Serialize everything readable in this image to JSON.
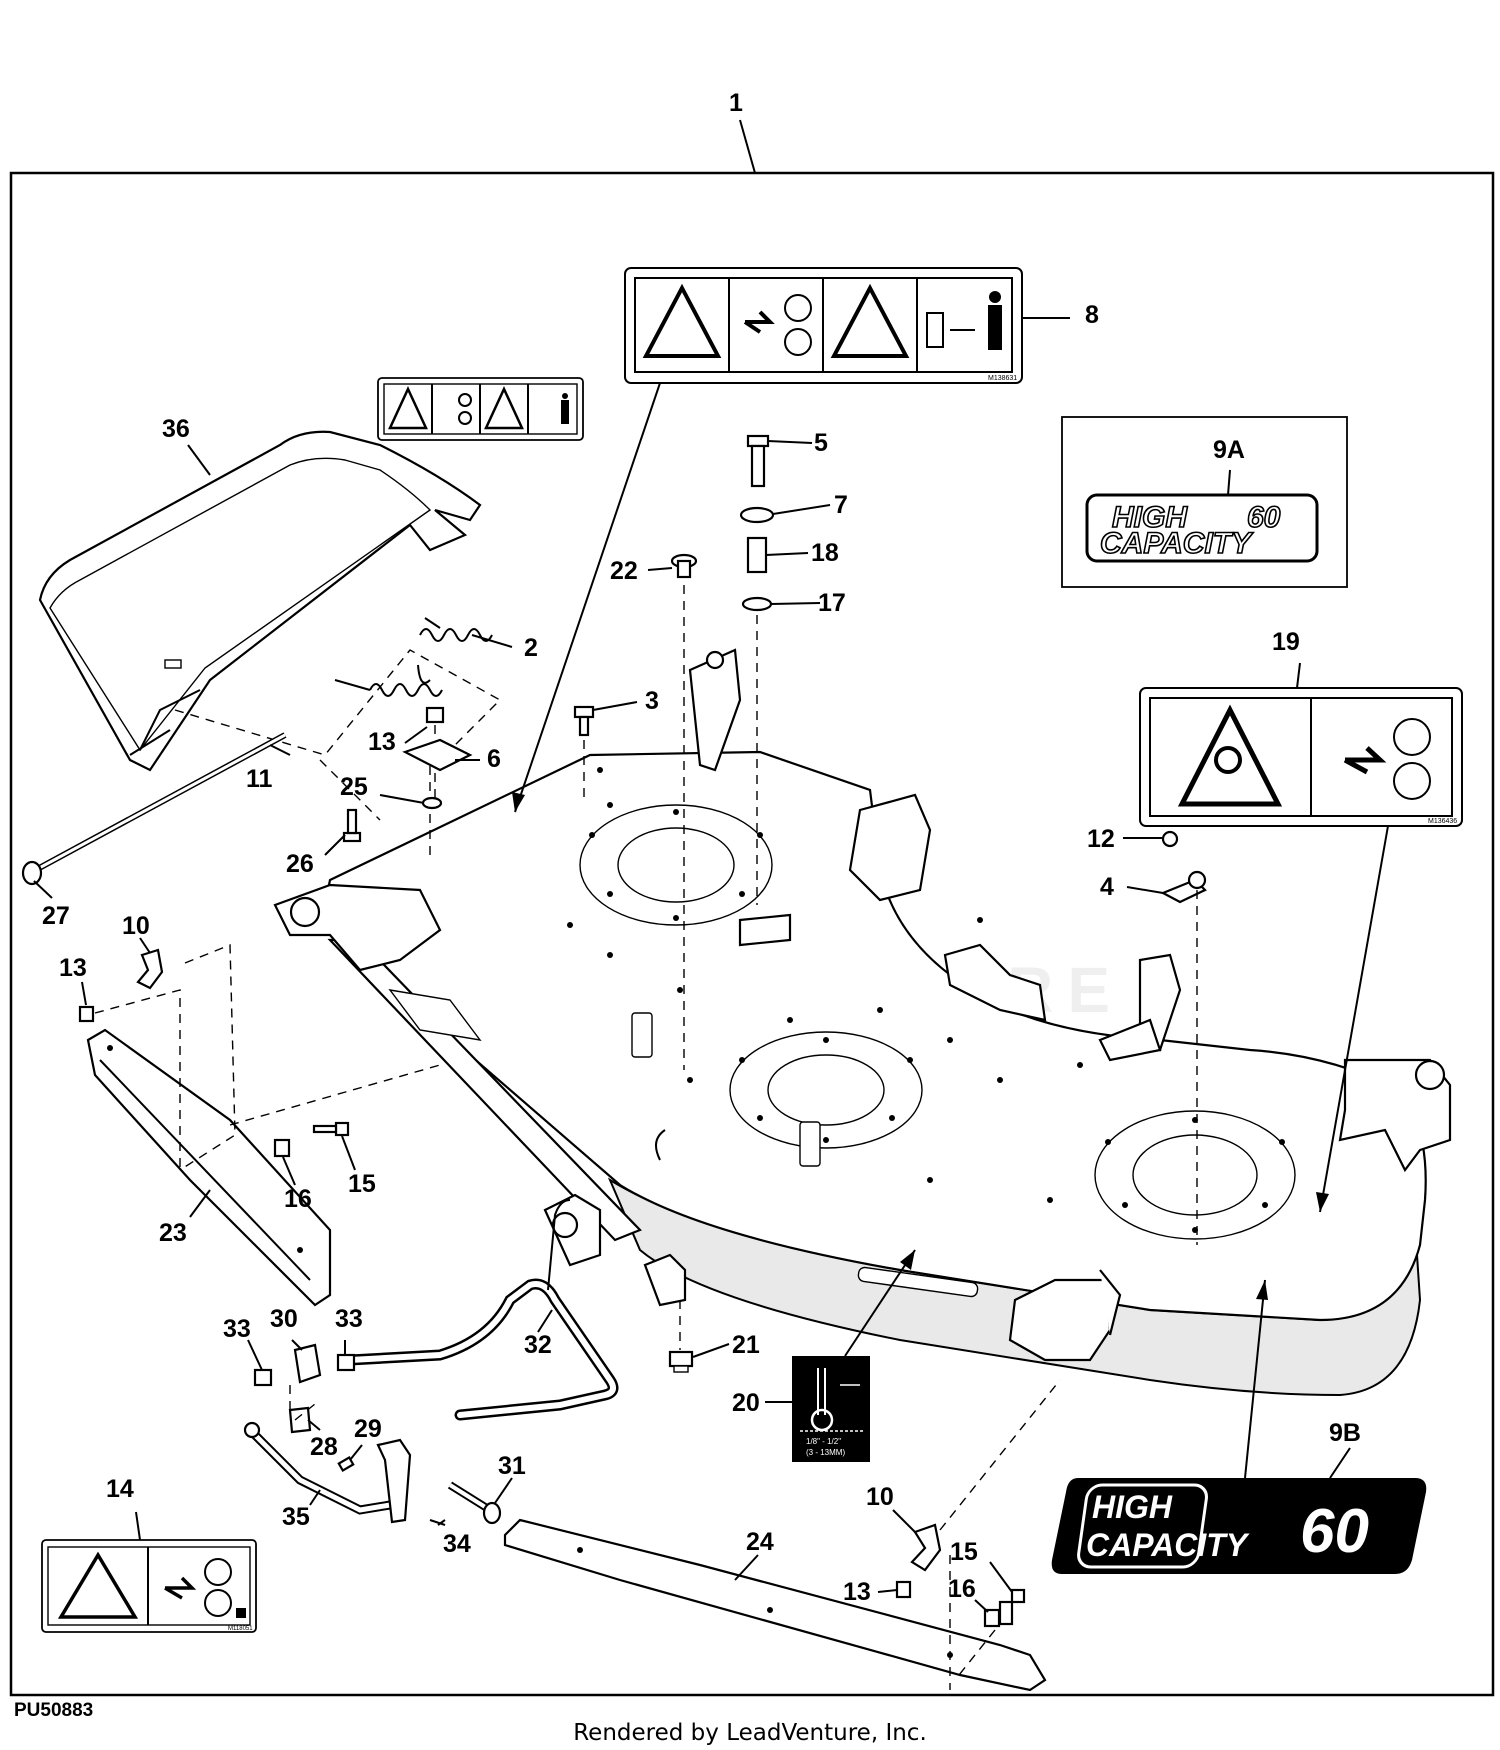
{
  "diagram_code": "PU50883",
  "footer_text": "Rendered by LeadVenture, Inc.",
  "watermark": "LEADVENTURE",
  "callouts": {
    "c1": "1",
    "c2": "2",
    "c3": "3",
    "c4": "4",
    "c5": "5",
    "c6": "6",
    "c7": "7",
    "c8": "8",
    "c9a": "9A",
    "c9b": "9B",
    "c10a": "10",
    "c10b": "10",
    "c11": "11",
    "c12": "12",
    "c13a": "13",
    "c13b": "13",
    "c13c": "13",
    "c14": "14",
    "c15a": "15",
    "c15b": "15",
    "c16a": "16",
    "c16b": "16",
    "c17": "17",
    "c18": "18",
    "c19": "19",
    "c20": "20",
    "c21": "21",
    "c22": "22",
    "c23": "23",
    "c24": "24",
    "c25": "25",
    "c26": "26",
    "c27": "27",
    "c28": "28",
    "c29": "29",
    "c30": "30",
    "c31": "31",
    "c32": "32",
    "c33a": "33",
    "c33b": "33",
    "c34": "34",
    "c35": "35",
    "c36": "36"
  },
  "decals": {
    "badge_9a_line1": "HIGH",
    "badge_9a_line2": "CAPACITY",
    "badge_9a_number": "60",
    "badge_9b_line1": "HIGH",
    "badge_9b_line2": "CAPACITY",
    "badge_9b_number": "60",
    "decal_8_code": "M138631",
    "decal_19_code": "M136436",
    "decal_14_code": "M118051",
    "decal_20_range": "1/8\" - 1/2\"",
    "decal_20_metric": "(3 - 13MM)"
  },
  "colors": {
    "ink": "#000000",
    "paper": "#ffffff",
    "badge_bg": "#000000"
  }
}
